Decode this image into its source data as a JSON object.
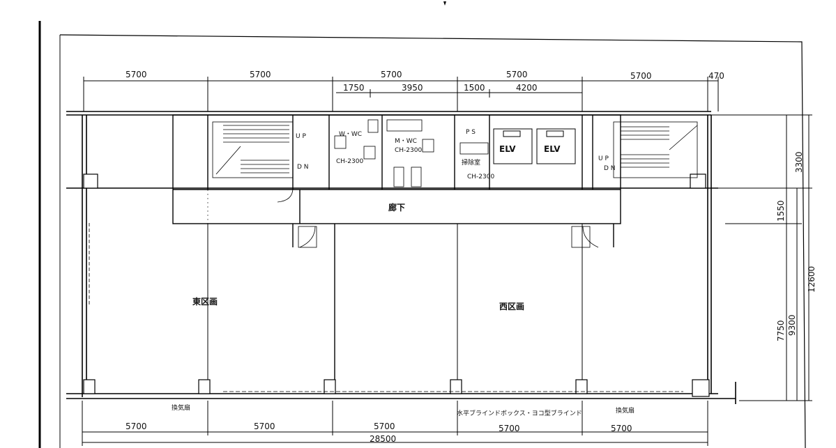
{
  "top_dimensions": {
    "spans": [
      "5700",
      "5700",
      "5700",
      "5700",
      "5700"
    ],
    "end": "470",
    "sub": [
      "1750",
      "3950",
      "1500",
      "4200"
    ]
  },
  "bottom_dimensions": {
    "spans": [
      "5700",
      "5700",
      "5700",
      "5700",
      "5700"
    ],
    "total": "28500"
  },
  "right_dimensions": {
    "core": "3300",
    "corridor": "1550",
    "office": "7750",
    "office_alt": "9300",
    "total": "12600"
  },
  "rooms": {
    "east": "東区画",
    "west": "西区画",
    "corridor": "廊下",
    "w_wc": "W・WC",
    "m_wc": "M・WC",
    "ch_m": "CH-2300",
    "ch_w": "CH-2300",
    "ch_sw": "CH-2300",
    "ps": "P S",
    "cleaning": "掃除室",
    "elv1": "ELV",
    "elv2": "ELV",
    "stair_left_up": "U P",
    "stair_left_dn": "D N",
    "stair_right_up": "U P",
    "stair_right_dn": "D N"
  },
  "notes": {
    "vent_left": "換気扇",
    "vent_right": "換気扇",
    "blind": "水平ブラインドボックス・ヨコ型ブラインド"
  }
}
